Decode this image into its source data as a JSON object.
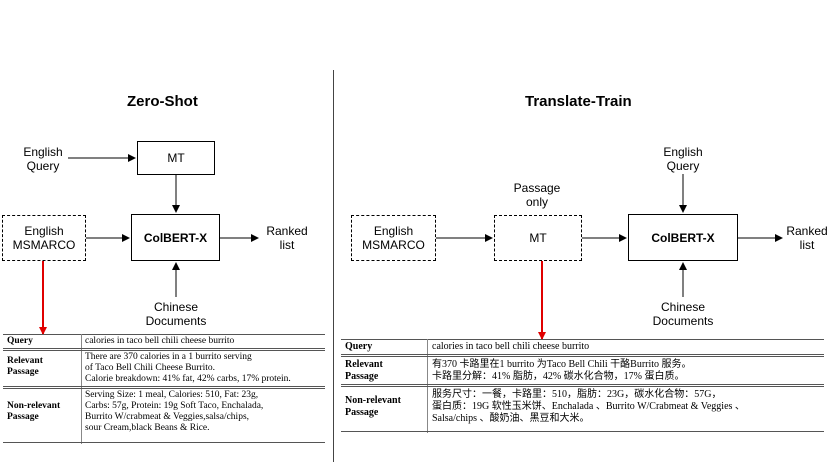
{
  "left": {
    "title": "Zero-Shot",
    "english_query": [
      "English",
      "Query"
    ],
    "mt": "MT",
    "english_msmarco": [
      "English",
      "MSMARCO"
    ],
    "colbert": "ColBERT-X",
    "ranked_list": [
      "Ranked",
      "list"
    ],
    "chinese_documents": [
      "Chinese",
      "Documents"
    ],
    "table": {
      "query_label": "Query",
      "query_text": "calories in taco bell chili cheese burrito",
      "relevant_label": [
        "Relevant",
        "Passage"
      ],
      "relevant_text": [
        "There are 370 calories in a 1 burrito serving",
        "of Taco Bell Chili Cheese Burrito.",
        "Calorie breakdown: 41% fat, 42% carbs, 17% protein."
      ],
      "nonrelevant_label": [
        "Non-relevant",
        "Passage"
      ],
      "nonrelevant_text": [
        "Serving Size: 1 meal, Calories: 510, Fat: 23g,",
        "Carbs: 57g, Protein: 19g Soft Taco, Enchalada,",
        "Burrito W/crabmeat & Veggies,salsa/chips,",
        "sour Cream,black Beans & Rice."
      ]
    }
  },
  "right": {
    "title": "Translate-Train",
    "english_query": [
      "English",
      "Query"
    ],
    "passage_only": [
      "Passage",
      "only"
    ],
    "mt": "MT",
    "english_msmarco": [
      "English",
      "MSMARCO"
    ],
    "colbert": "ColBERT-X",
    "ranked_list": [
      "Ranked",
      "list"
    ],
    "chinese_documents": [
      "Chinese",
      "Documents"
    ],
    "table": {
      "query_label": "Query",
      "query_text": "calories in taco bell chili cheese burrito",
      "relevant_label": [
        "Relevant",
        "Passage"
      ],
      "relevant_text": [
        "有370 卡路里在1 burrito 为Taco Bell Chili 干酪Burrito 服务。",
        "卡路里分解：41% 脂肪，42% 碳水化合物，17% 蛋白质。"
      ],
      "nonrelevant_label": [
        "Non-relevant",
        "Passage"
      ],
      "nonrelevant_text": [
        "服务尺寸：一餐，卡路里：510，脂肪：23G，碳水化合物：57G，",
        "蛋白质：19G 软性玉米饼、Enchalada 、Burrito W/Crabmeat & Veggies 、",
        "Salsa/chips 、酸奶油、黑豆和大米。"
      ]
    }
  },
  "colors": {
    "highlight_arrow": "#e00000"
  }
}
